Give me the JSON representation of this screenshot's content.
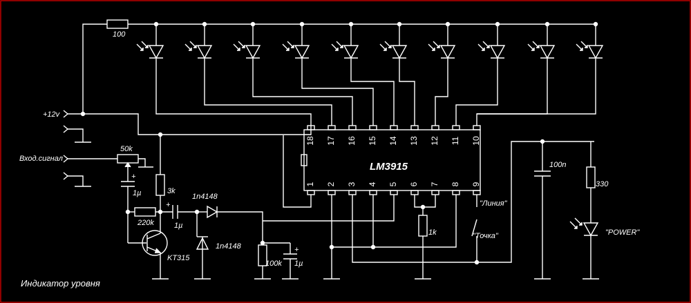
{
  "colors": {
    "background": "#000000",
    "ink": "#ffffff",
    "border": "#c00000"
  },
  "title": "Индикатор уровня",
  "chip": {
    "name": "LM3915",
    "top_pins": [
      "18",
      "17",
      "16",
      "15",
      "14",
      "13",
      "12",
      "11",
      "10"
    ],
    "bottom_pins": [
      "1",
      "2",
      "3",
      "4",
      "5",
      "6",
      "7",
      "8",
      "9"
    ]
  },
  "labels": {
    "supply": "+12v",
    "input": "Вход.сигнал",
    "r_top": "100",
    "pot": "50k",
    "r_bias": "3k",
    "r_base": "220k",
    "c_input": "1µ",
    "c_coupling": "1µ",
    "c_filter": "1µ",
    "diode_upper": "1n4148",
    "diode_lower": "1n4148",
    "transistor": "KT315",
    "r_load": "100k",
    "r_ref": "1k",
    "c_power": "100n",
    "r_power": "330",
    "led_power": "\"POWER\"",
    "mode_line": "\"Линия\"",
    "mode_dot": "\"Точка\"",
    "plus": "+"
  }
}
